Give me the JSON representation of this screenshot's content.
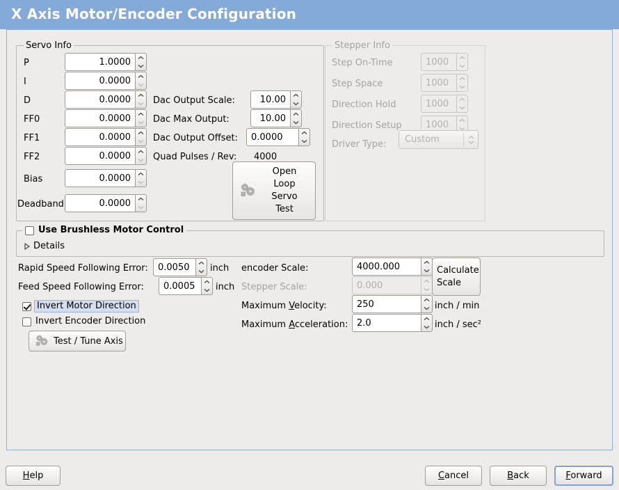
{
  "window": {
    "title": "X Axis Motor/Encoder Configuration",
    "title_bar_color": "#84aada",
    "background_color": "#edecea",
    "content_border_color": "#8fb0d8"
  },
  "servo_group": {
    "legend": "Servo Info",
    "fields": [
      {
        "label": "P",
        "value": "1.0000",
        "enabled": true
      },
      {
        "label": "I",
        "value": "0.0000",
        "enabled": true
      },
      {
        "label": "D",
        "value": "0.0000",
        "enabled": true
      },
      {
        "label": "FF0",
        "value": "0.0000",
        "enabled": true
      },
      {
        "label": "FF1",
        "value": "0.0000",
        "enabled": true
      },
      {
        "label": "FF2",
        "value": "0.0000",
        "enabled": true
      },
      {
        "label": "Bias",
        "value": "0.0000",
        "enabled": true
      },
      {
        "label": "Deadband",
        "value": "0.0000",
        "enabled": true
      }
    ],
    "dac_output_scale": {
      "label": "Dac Output Scale:",
      "value": "10.00"
    },
    "dac_max_output": {
      "label": "Dac Max Output:",
      "value": "10.00"
    },
    "dac_output_offset": {
      "label": "Dac Output Offset:",
      "value": "0.0000"
    },
    "quad_pulses_rev": {
      "label": "Quad Pulses / Rev:",
      "value": "4000"
    },
    "open_loop_button": {
      "lines": [
        "Open",
        "Loop",
        "Servo",
        "Test"
      ],
      "icon": "gears-icon"
    }
  },
  "stepper_group": {
    "legend": "Stepper Info",
    "enabled": false,
    "fields": [
      {
        "label": "Step On-Time",
        "value": "1000"
      },
      {
        "label": "Step Space",
        "value": "1000"
      },
      {
        "label": "Direction Hold",
        "value": "1000"
      },
      {
        "label": "Direction Setup",
        "value": "1000"
      }
    ],
    "driver_type": {
      "label": "Driver Type:",
      "value": "Custom"
    }
  },
  "brushless_group": {
    "checkbox_label": "Use Brushless Motor Control",
    "checked": false,
    "expander_label": "Details",
    "expanded": false
  },
  "errors": {
    "rapid": {
      "label": "Rapid Speed Following Error:",
      "value": "0.0050",
      "unit": "inch"
    },
    "feed": {
      "label": "Feed Speed Following Error:",
      "value": "0.0005",
      "unit": "inch"
    }
  },
  "inverts": {
    "motor": {
      "label": "Invert Motor Direction",
      "checked": true,
      "focused": true
    },
    "encoder": {
      "label": "Invert Encoder Direction",
      "checked": false,
      "focused": false
    }
  },
  "test_tune_button": {
    "label": "Test / Tune Axis",
    "icon": "gears-icon"
  },
  "scale": {
    "encoder": {
      "label": "encoder Scale:",
      "value": "4000.000",
      "enabled": true
    },
    "stepper": {
      "label": "Stepper Scale:",
      "value": "0.000",
      "enabled": false
    },
    "calculate_button": {
      "lines": [
        "Calculate",
        "Scale"
      ]
    },
    "max_velocity": {
      "label_pre": "Maximum ",
      "label_mn": "V",
      "label_post": "elocity:",
      "value": "250",
      "unit": "inch / min"
    },
    "max_acceleration": {
      "label_pre": "Maximum ",
      "label_mn": "A",
      "label_post": "cceleration:",
      "value": "2.0",
      "unit": "inch / sec²"
    }
  },
  "footer": {
    "help": {
      "mn": "H",
      "rest": "elp"
    },
    "cancel": {
      "mn": "C",
      "rest": "ancel"
    },
    "back": {
      "mn": "B",
      "rest": "ack"
    },
    "forward": {
      "mn": "F",
      "rest": "orward",
      "focused": true
    }
  }
}
